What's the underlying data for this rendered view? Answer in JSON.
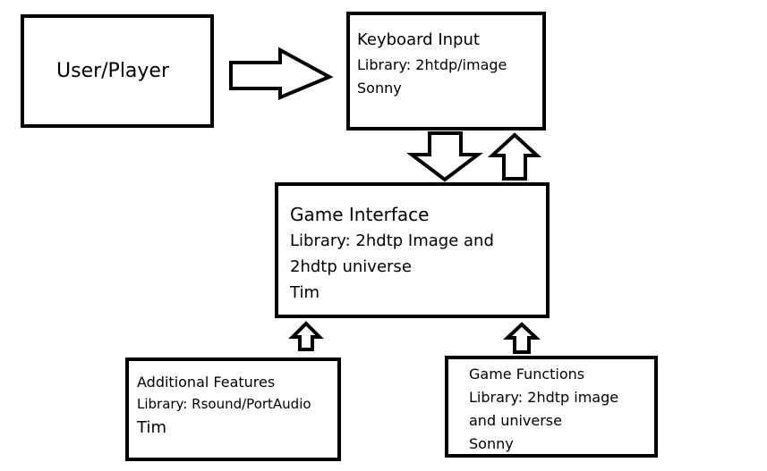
{
  "diagram": {
    "boxes": {
      "user": {
        "lines": [
          "User/Player"
        ]
      },
      "keyboard": {
        "lines": [
          "Keyboard Input",
          "Library: 2htdp/image",
          "Sonny"
        ]
      },
      "interface": {
        "lines": [
          "Game Interface",
          "Library: 2hdtp Image and",
          "2hdtp universe",
          "Tim"
        ]
      },
      "additional": {
        "lines": [
          "Additional Features",
          "Library: Rsound/PortAudio",
          "Tim"
        ]
      },
      "functions": {
        "lines": [
          "Game Functions",
          "Library: 2hdtp image",
          "and universe",
          "Sonny"
        ]
      }
    },
    "connections": [
      {
        "from": "user",
        "to": "keyboard",
        "direction": "right"
      },
      {
        "from": "keyboard",
        "to": "interface",
        "direction": "down"
      },
      {
        "from": "interface",
        "to": "keyboard",
        "direction": "up"
      },
      {
        "from": "additional",
        "to": "interface",
        "direction": "up"
      },
      {
        "from": "functions",
        "to": "interface",
        "direction": "up"
      }
    ]
  }
}
